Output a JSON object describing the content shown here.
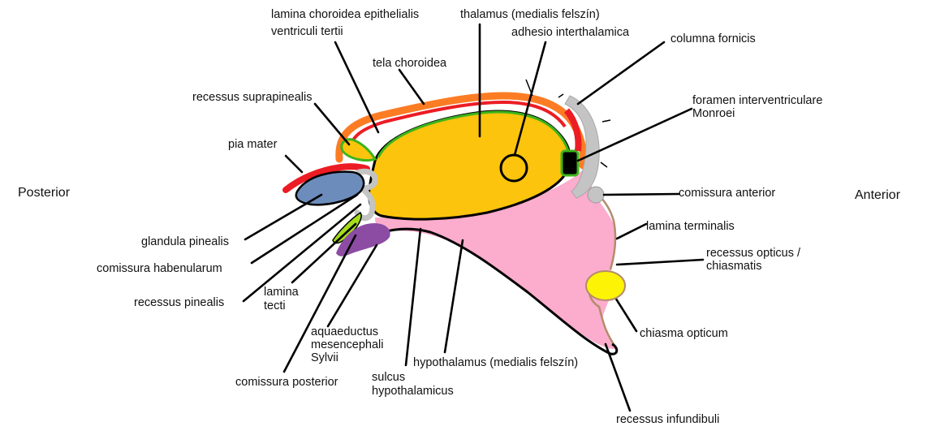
{
  "directions": {
    "posterior": "Posterior",
    "anterior": "Anterior"
  },
  "labels": {
    "lamina_choroidea_1": "lamina choroidea epithelialis",
    "lamina_choroidea_2": "ventriculi tertii",
    "thalamus": "thalamus (medialis felszín)",
    "adhesio": "adhesio interthalamica",
    "columna": "columna fornicis",
    "tela": "tela choroidea",
    "recessus_suprapinealis": "recessus suprapinealis",
    "foramen_1": "foramen interventriculare",
    "foramen_2": "Monroei",
    "pia_mater": "pia mater",
    "comissura_anterior": "comissura anterior",
    "lamina_terminalis": "lamina terminalis",
    "glandula_pinealis": "glandula pinealis",
    "recessus_opticus_1": "recessus opticus /",
    "recessus_opticus_2": "chiasmatis",
    "comissura_habenularum": "comissura habenularum",
    "lamina_tecti_1": "lamina",
    "lamina_tecti_2": "tecti",
    "recessus_pinealis": "recessus pinealis",
    "chiasma": "chiasma opticum",
    "aquaeductus_1": "aquaeductus",
    "aquaeductus_2": "mesencephali",
    "aquaeductus_3": "Sylvii",
    "hypothalamus": "hypothalamus (medialis felszín)",
    "comissura_posterior": "comissura posterior",
    "sulcus_1": "sulcus",
    "sulcus_2": "hypothalamicus",
    "recessus_infundibuli": "recessus infundibuli"
  },
  "colors": {
    "thalamus_fill": "#fcc40c",
    "hypothalamus_fill": "#fcaccc",
    "pineal_fill": "#6c8cbc",
    "tela_orange": "#fc7c24",
    "ependyma_green": "#3cb41c",
    "pia_red": "#ec1c24",
    "fornix_gray": "#c4c4c4",
    "commissure_purple": "#8c4ca4",
    "lamina_tecti_green": "#a4dc1c",
    "chiasma_yellow": "#fcf404",
    "lamina_terminalis_brown": "#b48c6c"
  }
}
